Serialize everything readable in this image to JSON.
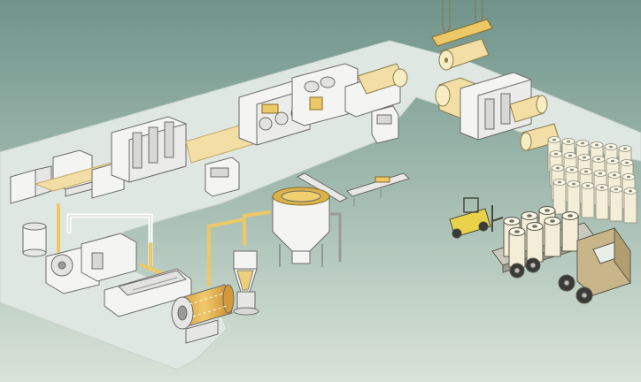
{
  "scene": {
    "colors": {
      "background_top": "#6f948b",
      "background_bottom": "#d9e3d8",
      "floor": "#dfe7e2",
      "machine": "#f4f4f2",
      "outline": "#6b6b6b",
      "product": "#f3dfa6",
      "pipe_accent": "#ecc867",
      "truck_body": "#c9b58a",
      "forklift": "#e9d24a"
    },
    "zones": [
      {
        "name": "crane-hoist"
      },
      {
        "name": "paper-machine-line"
      },
      {
        "name": "winder-and-rewinder"
      },
      {
        "name": "roll-storage"
      },
      {
        "name": "pulper-tank"
      },
      {
        "name": "conveyor"
      },
      {
        "name": "cyclone-separator"
      },
      {
        "name": "rotary-drum"
      },
      {
        "name": "refiner-and-pumps"
      },
      {
        "name": "forklift"
      },
      {
        "name": "delivery-truck"
      }
    ],
    "icons": [
      "hook-icon",
      "roll-icon",
      "control-panel-icon",
      "truck-icon",
      "forklift-icon",
      "tank-icon",
      "cyclone-icon",
      "drum-icon"
    ]
  }
}
